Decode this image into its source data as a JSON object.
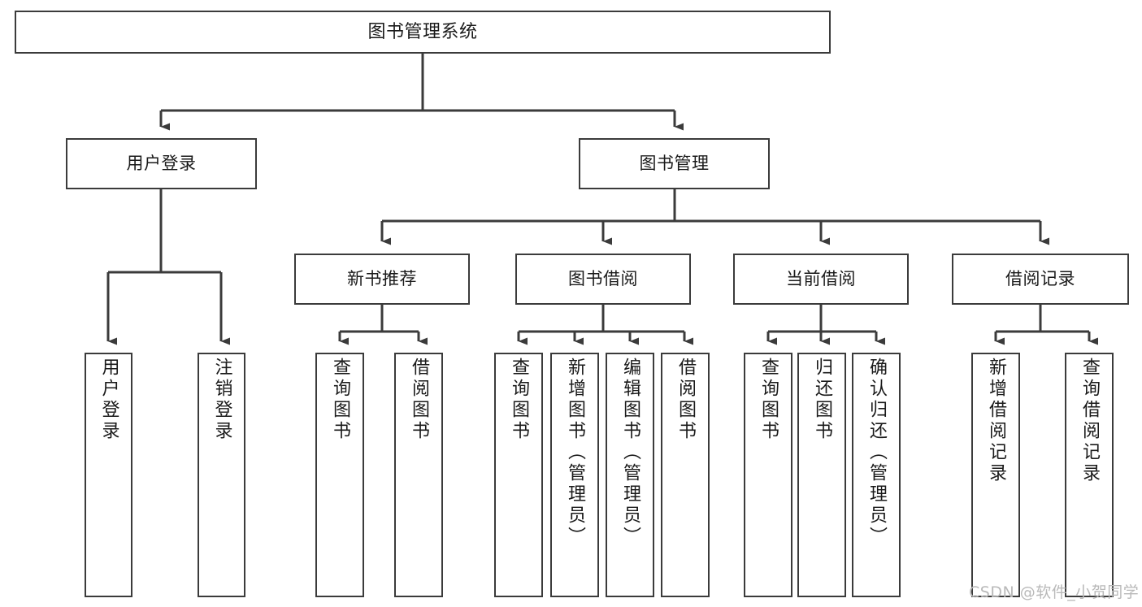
{
  "diagram": {
    "type": "tree-hierarchy",
    "title": "图书管理系统",
    "orientation": "top-down",
    "levels": 4,
    "colors": {
      "box_border": "#3b3b3b",
      "box_fill": "#ffffff",
      "connector": "#3b3b3b",
      "text": "#1a1a1a",
      "watermark": "#b9b9b9",
      "background": "#ffffff"
    }
  },
  "root": {
    "label": "图书管理系统"
  },
  "level2": [
    {
      "label": "用户登录"
    },
    {
      "label": "图书管理"
    }
  ],
  "level3": [
    {
      "label": "新书推荐"
    },
    {
      "label": "图书借阅"
    },
    {
      "label": "当前借阅"
    },
    {
      "label": "借阅记录"
    }
  ],
  "leaves": {
    "user_login": [
      {
        "label": "用户登录"
      },
      {
        "label": "注销登录"
      }
    ],
    "new_book_recommend": [
      {
        "label": "查询图书"
      },
      {
        "label": "借阅图书"
      }
    ],
    "book_borrow": [
      {
        "label": "查询图书"
      },
      {
        "label": "新增图书（管理员）"
      },
      {
        "label": "编辑图书（管理员）"
      },
      {
        "label": "借阅图书"
      }
    ],
    "current_borrow": [
      {
        "label": "查询图书"
      },
      {
        "label": "归还图书"
      },
      {
        "label": "确认归还（管理员）"
      }
    ],
    "borrow_record": [
      {
        "label": "新增借阅记录"
      },
      {
        "label": "查询借阅记录"
      }
    ]
  },
  "watermark": {
    "text": "CSDN @软件_小贺同学"
  }
}
